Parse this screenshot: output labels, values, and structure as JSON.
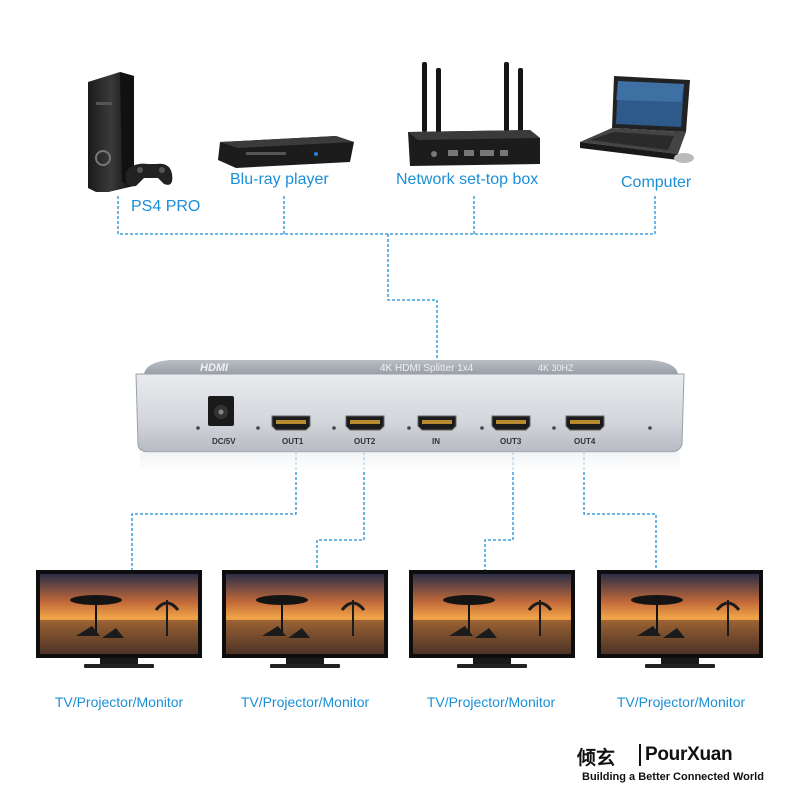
{
  "sources": [
    {
      "id": "ps4",
      "label": "PS4 PRO",
      "icon": "game-console-icon"
    },
    {
      "id": "bluray",
      "label": "Blu-ray player",
      "icon": "blu-ray-player-icon"
    },
    {
      "id": "stb",
      "label": "Network set-top box",
      "icon": "set-top-box-icon"
    },
    {
      "id": "computer",
      "label": "Computer",
      "icon": "laptop-icon"
    }
  ],
  "splitter": {
    "logo_text": "HDMI",
    "title_text": "4K HDMI Splitter 1x4",
    "spec_text": "4K 30HZ",
    "ports": [
      {
        "label": "DC/5V",
        "type": "power"
      },
      {
        "label": "OUT1",
        "type": "hdmi"
      },
      {
        "label": "OUT2",
        "type": "hdmi"
      },
      {
        "label": "IN",
        "type": "hdmi"
      },
      {
        "label": "OUT3",
        "type": "hdmi"
      },
      {
        "label": "OUT4",
        "type": "hdmi"
      }
    ]
  },
  "displays": [
    {
      "label": "TV/Projector/Monitor"
    },
    {
      "label": "TV/Projector/Monitor"
    },
    {
      "label": "TV/Projector/Monitor"
    },
    {
      "label": "TV/Projector/Monitor"
    }
  ],
  "brand": {
    "cn": "倾玄",
    "en": "PourXuan",
    "tagline": "Building a Better Connected World"
  },
  "colors": {
    "connector_line": "#1b8fd6",
    "label_text": "#1b8fd6",
    "device_body": "#c9ccd2",
    "device_dark": "#8d939b"
  }
}
